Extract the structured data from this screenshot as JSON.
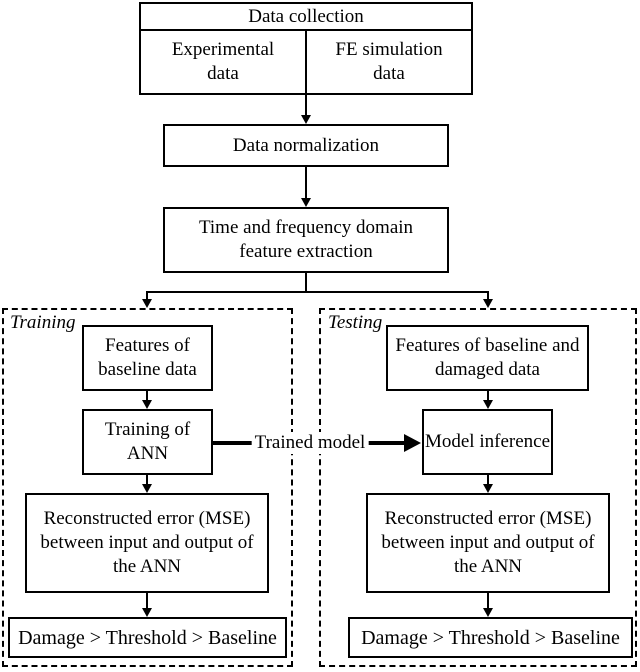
{
  "meta": {
    "background_color": "#ffffff",
    "line_color": "#000000",
    "diagram_type": "flowchart"
  },
  "flow": {
    "collection": {
      "title": "Data collection",
      "cell_left": "Experimental data",
      "cell_right": "FE simulation data"
    },
    "normalization": {
      "label": "Data normalization"
    },
    "extraction": {
      "label": "Time and frequency domain feature extraction"
    },
    "trained_model": {
      "label": "Trained model"
    },
    "training": {
      "region_label": "Training",
      "features": "Features of baseline data",
      "model": "Training of ANN",
      "error": "Reconstructed error (MSE) between input and output of the ANN",
      "decision": "Damage > Threshold > Baseline"
    },
    "testing": {
      "region_label": "Testing",
      "features": "Features of baseline and damaged data",
      "model": "Model inference",
      "error": "Reconstructed error (MSE) between input and output of the ANN",
      "decision": "Damage > Threshold > Baseline"
    }
  }
}
